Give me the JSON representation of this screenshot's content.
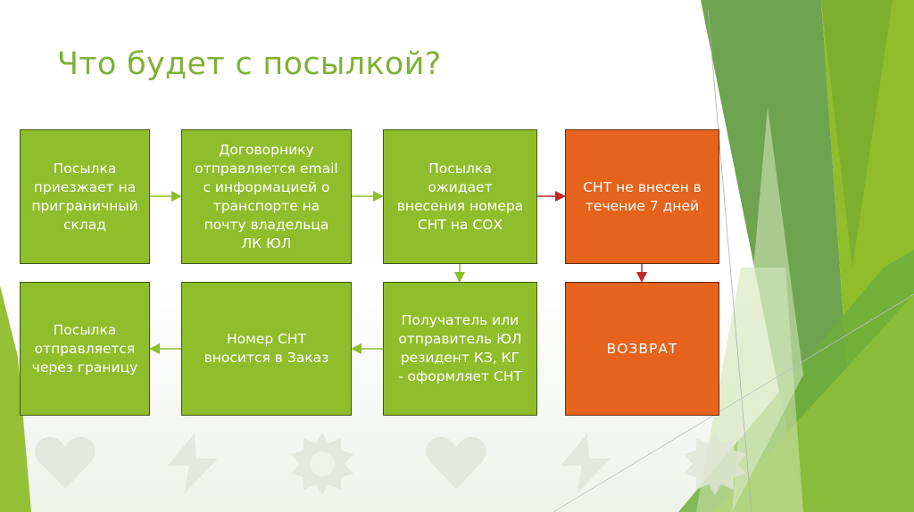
{
  "slide": {
    "title": "Что будет с посылкой?",
    "colors": {
      "title": "#7fb135",
      "box_green": "#8fbd2b",
      "box_orange": "#e5631c",
      "arrow_green": "#8fbd2b",
      "arrow_red": "#c0262a"
    }
  },
  "flow": {
    "boxes": [
      {
        "id": "b1",
        "text": "Посылка\nприезжает на\nприграничный\nсклад",
        "color": "green"
      },
      {
        "id": "b2",
        "text": "Договорнику\nотправляется email\nс информацией о\nтранспорте на\nпочту владельца\nЛК ЮЛ",
        "color": "green"
      },
      {
        "id": "b3",
        "text": "Посылка\nожидает\nвнесения номера\nСНТ на СОХ",
        "color": "green"
      },
      {
        "id": "b4",
        "text": "СНТ не внесен в\nтечение 7 дней",
        "color": "orange"
      },
      {
        "id": "b5",
        "text": "Посылка\nотправляется\nчерез границу",
        "color": "green"
      },
      {
        "id": "b6",
        "text": "Номер СНТ\nвносится в Заказ",
        "color": "green"
      },
      {
        "id": "b7",
        "text": "Получатель или\nотправитель ЮЛ\nрезидент КЗ, КГ\n- оформляет СНТ",
        "color": "green"
      },
      {
        "id": "b8",
        "text": "ВОЗВРАТ",
        "color": "orange"
      }
    ],
    "arrows": [
      {
        "from": "b1",
        "to": "b2",
        "color": "green"
      },
      {
        "from": "b2",
        "to": "b3",
        "color": "green"
      },
      {
        "from": "b3",
        "to": "b4",
        "color": "red"
      },
      {
        "from": "b3",
        "to": "b7",
        "color": "green"
      },
      {
        "from": "b4",
        "to": "b8",
        "color": "red"
      },
      {
        "from": "b7",
        "to": "b6",
        "color": "green"
      },
      {
        "from": "b6",
        "to": "b5",
        "color": "green"
      }
    ]
  },
  "decor": {
    "watermark_icons": [
      "heart-icon",
      "lightning-icon",
      "sun-icon",
      "heart-icon",
      "lightning-icon",
      "sun-icon"
    ]
  }
}
